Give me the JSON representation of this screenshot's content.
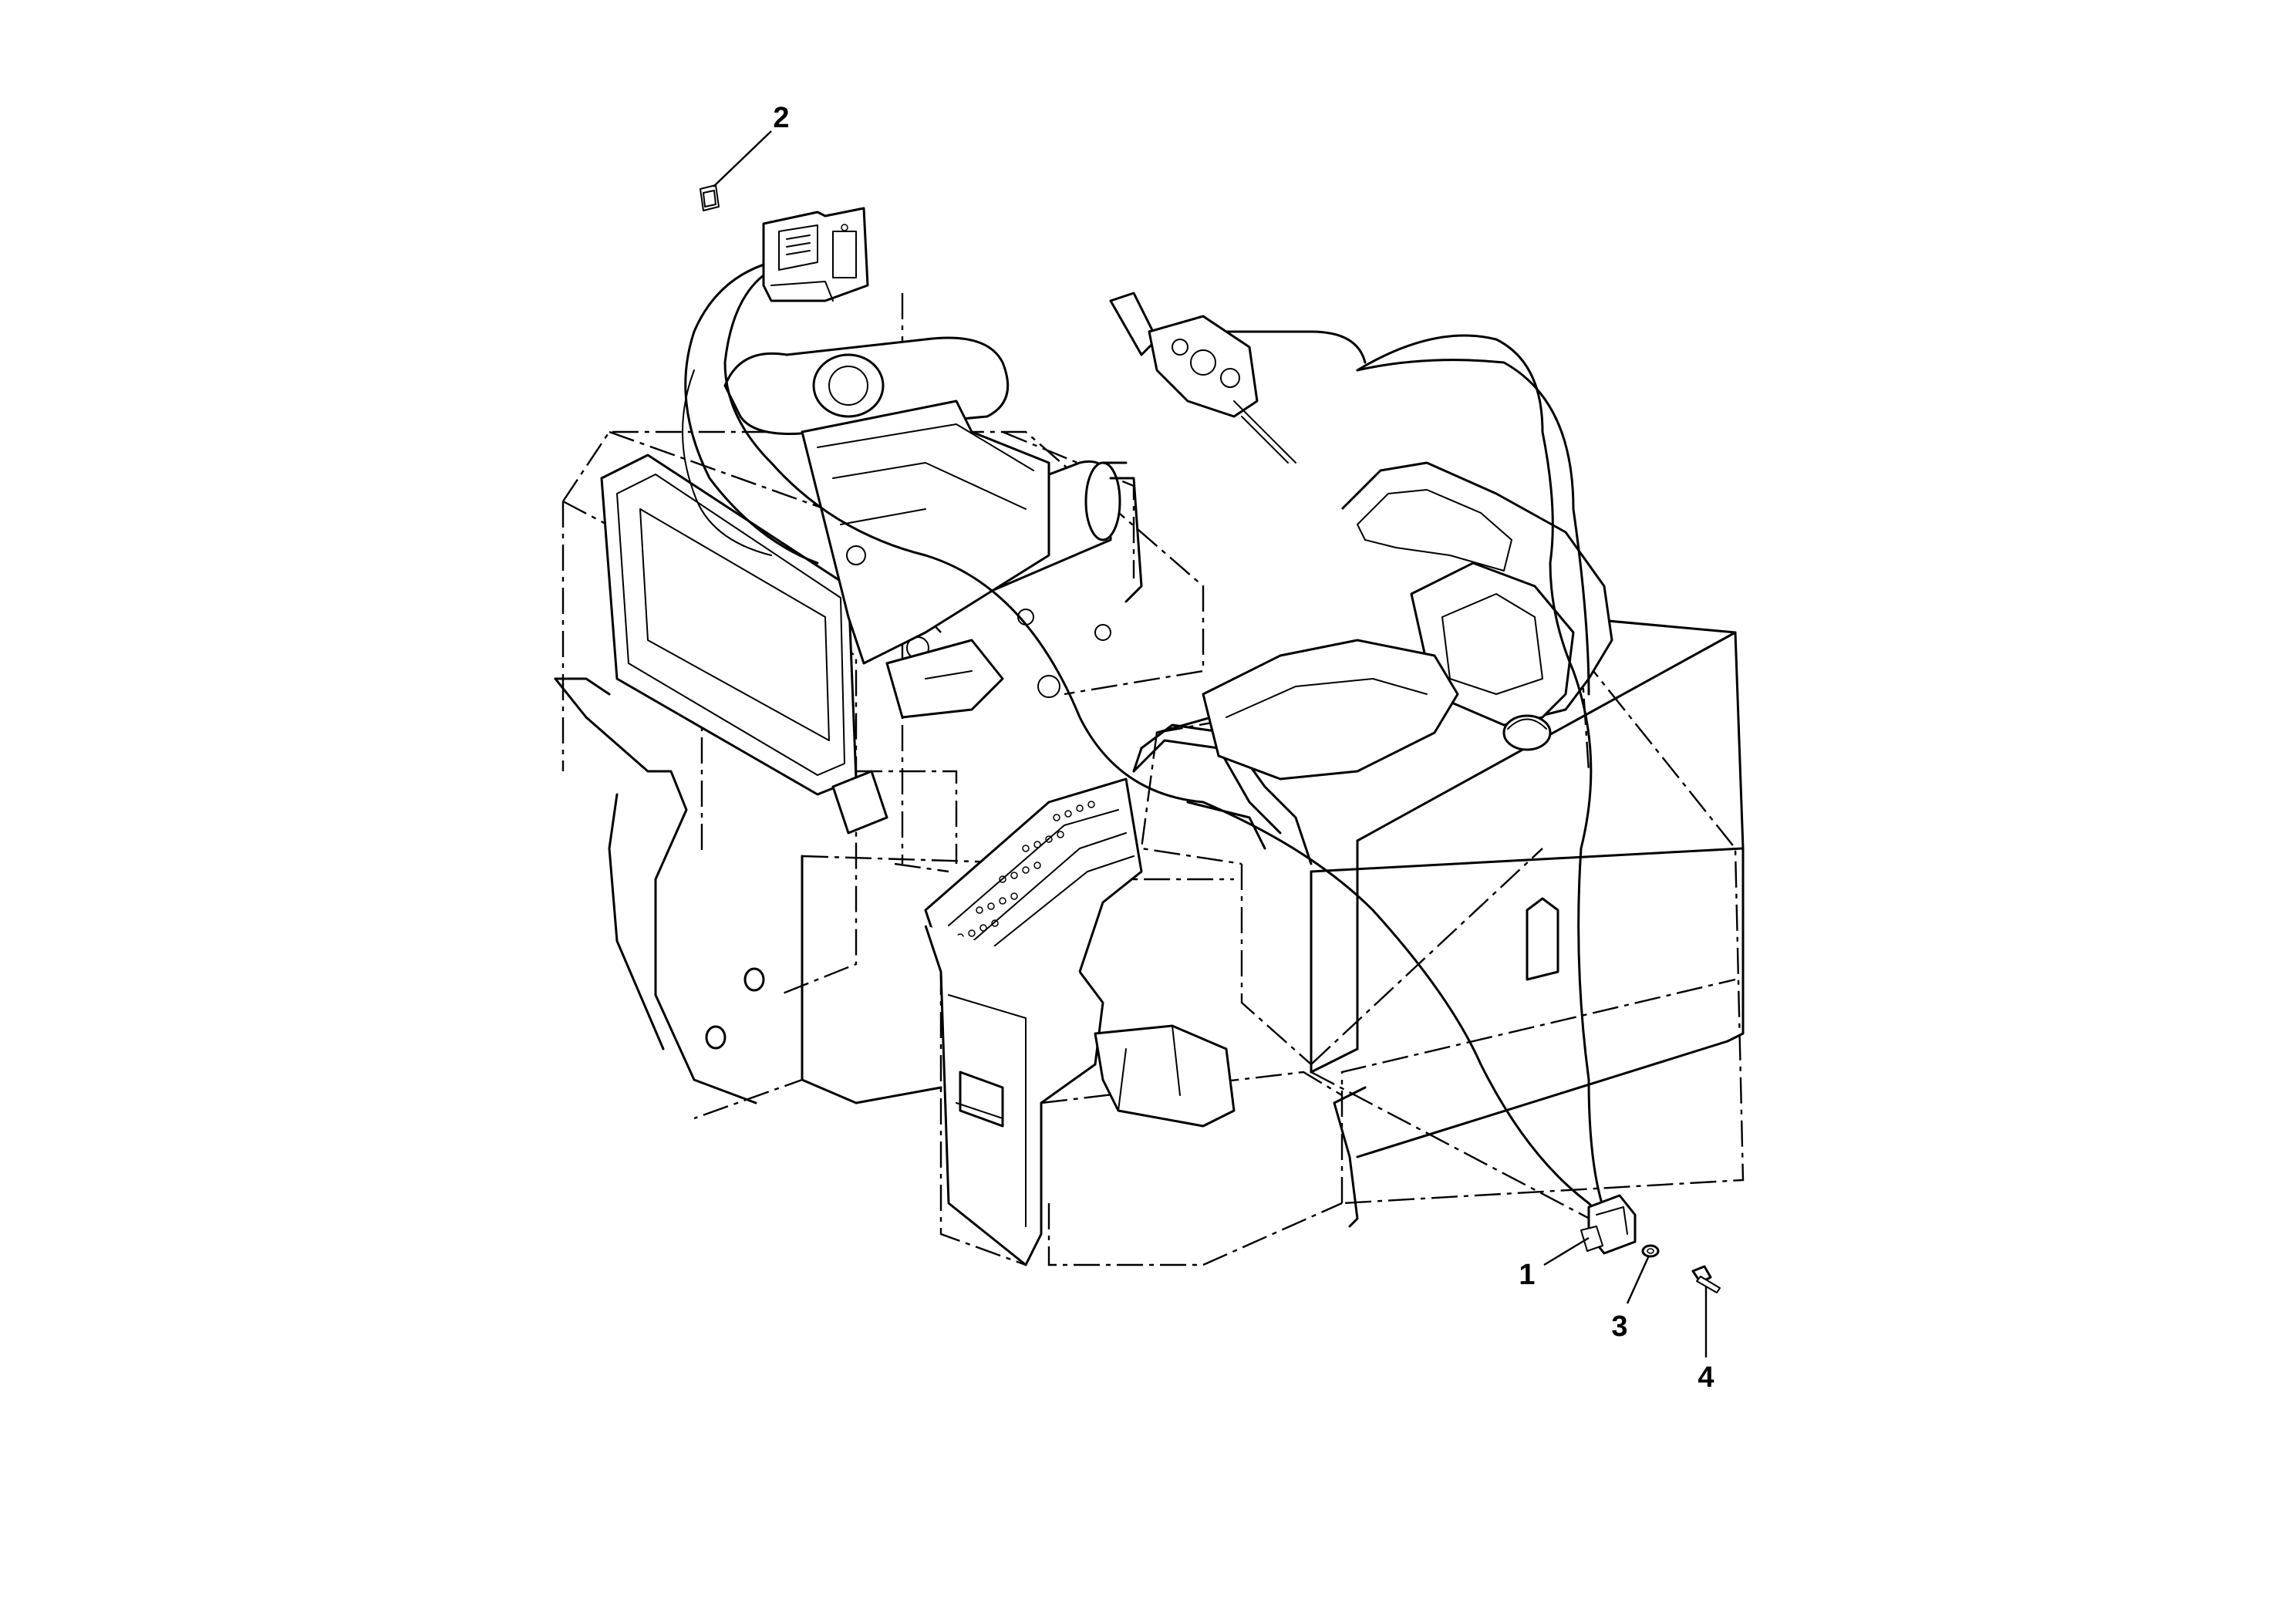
{
  "diagram": {
    "callouts": [
      {
        "id": "c1",
        "label": "1",
        "part": "switch"
      },
      {
        "id": "c2",
        "label": "2",
        "part": "control-module"
      },
      {
        "id": "c3",
        "label": "3",
        "part": "washer"
      },
      {
        "id": "c4",
        "label": "4",
        "part": "screw"
      }
    ]
  }
}
